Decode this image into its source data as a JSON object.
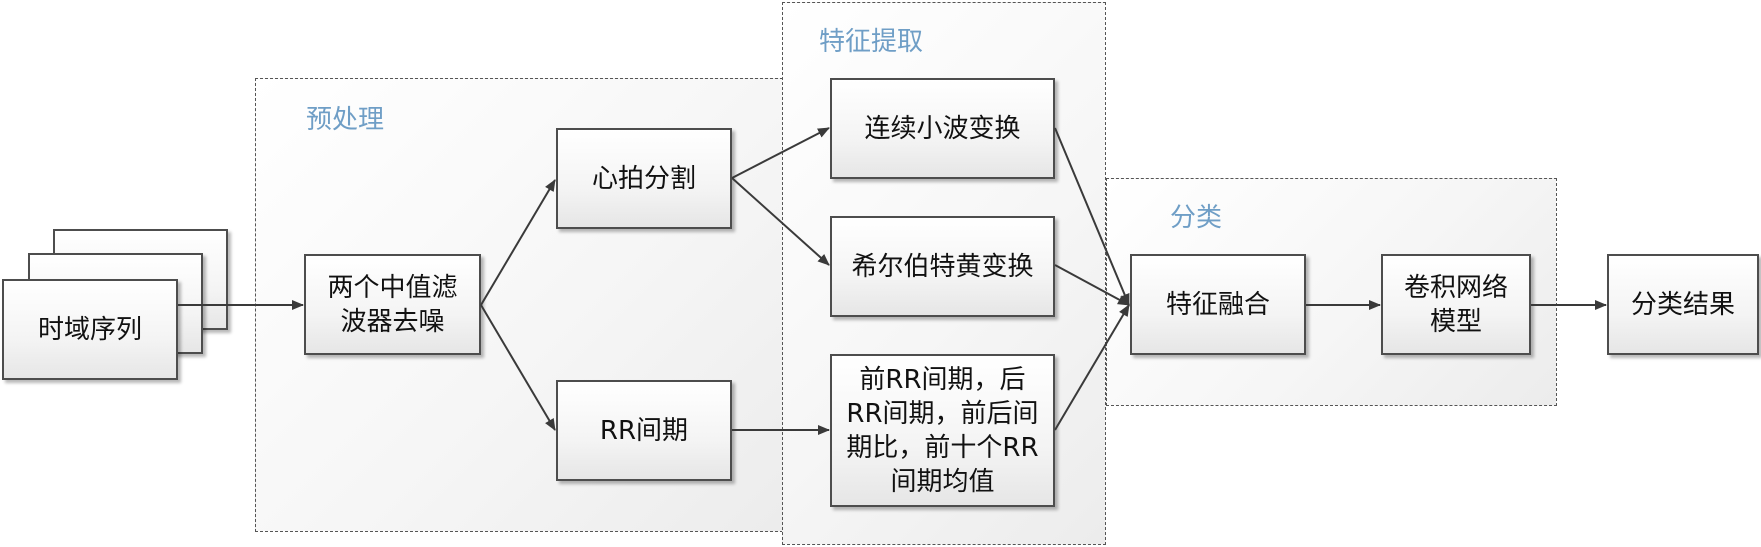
{
  "diagram": {
    "groups": {
      "preprocess": "预处理",
      "features": "特征提取",
      "classify": "分类"
    },
    "nodes": {
      "time_series": "时域序列",
      "denoise": "两个中值滤波器去噪",
      "beat_seg": "心拍分割",
      "rr_interval": "RR间期",
      "cwt": "连续小波变换",
      "hht": "希尔伯特黄变换",
      "rr_features": "前RR间期，后RR间期，前后间期比，前十个RR间期均值",
      "fusion": "特征融合",
      "cnn": "卷积网络模型",
      "result": "分类结果"
    }
  }
}
